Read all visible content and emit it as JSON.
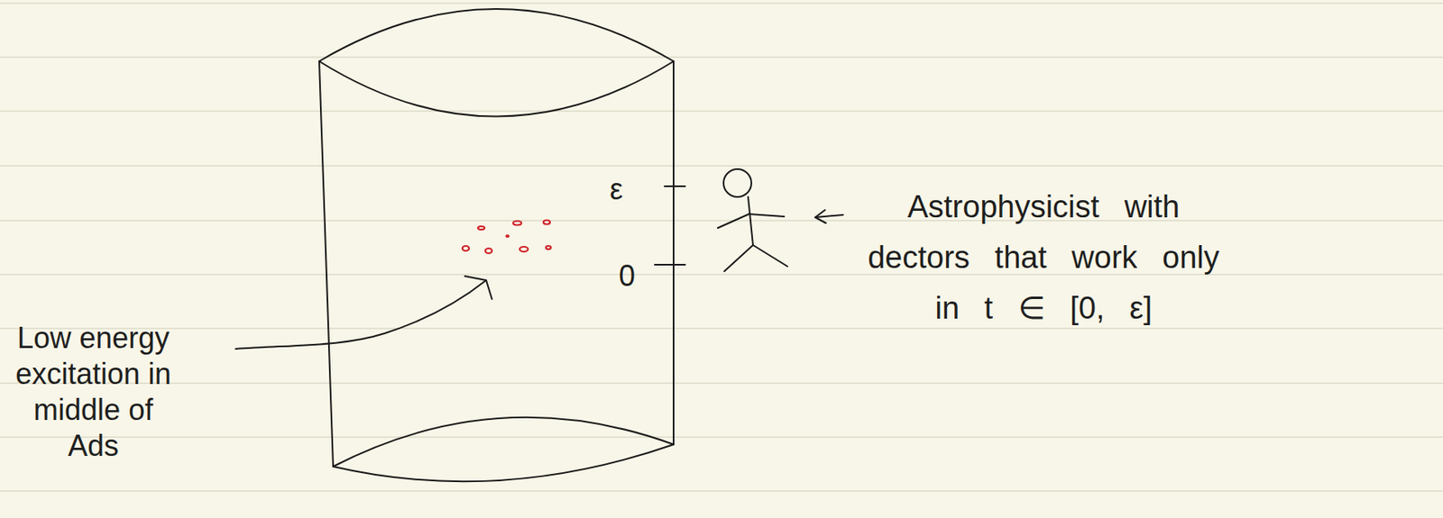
{
  "diagram": {
    "labels": [
      "ε",
      "0",
      "Astrophysicist with dectors that work only in t ∈ [0, ε]",
      "Low energy excitation in middle of Ads"
    ]
  }
}
